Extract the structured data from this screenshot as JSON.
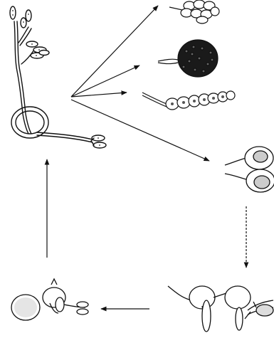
{
  "figure": {
    "ink": "#111111",
    "paper": "#ffffff",
    "speckle": "#555555"
  },
  "stages": [
    {
      "name": "sporophore-with-coiled-hypha"
    },
    {
      "name": "cluster-of-sporangia"
    },
    {
      "name": "dense-sporangium-mass"
    },
    {
      "name": "chain-of-spores"
    },
    {
      "name": "paired-sporangia"
    },
    {
      "name": "germinating-sporangia"
    },
    {
      "name": "new-coiled-hypha"
    }
  ]
}
